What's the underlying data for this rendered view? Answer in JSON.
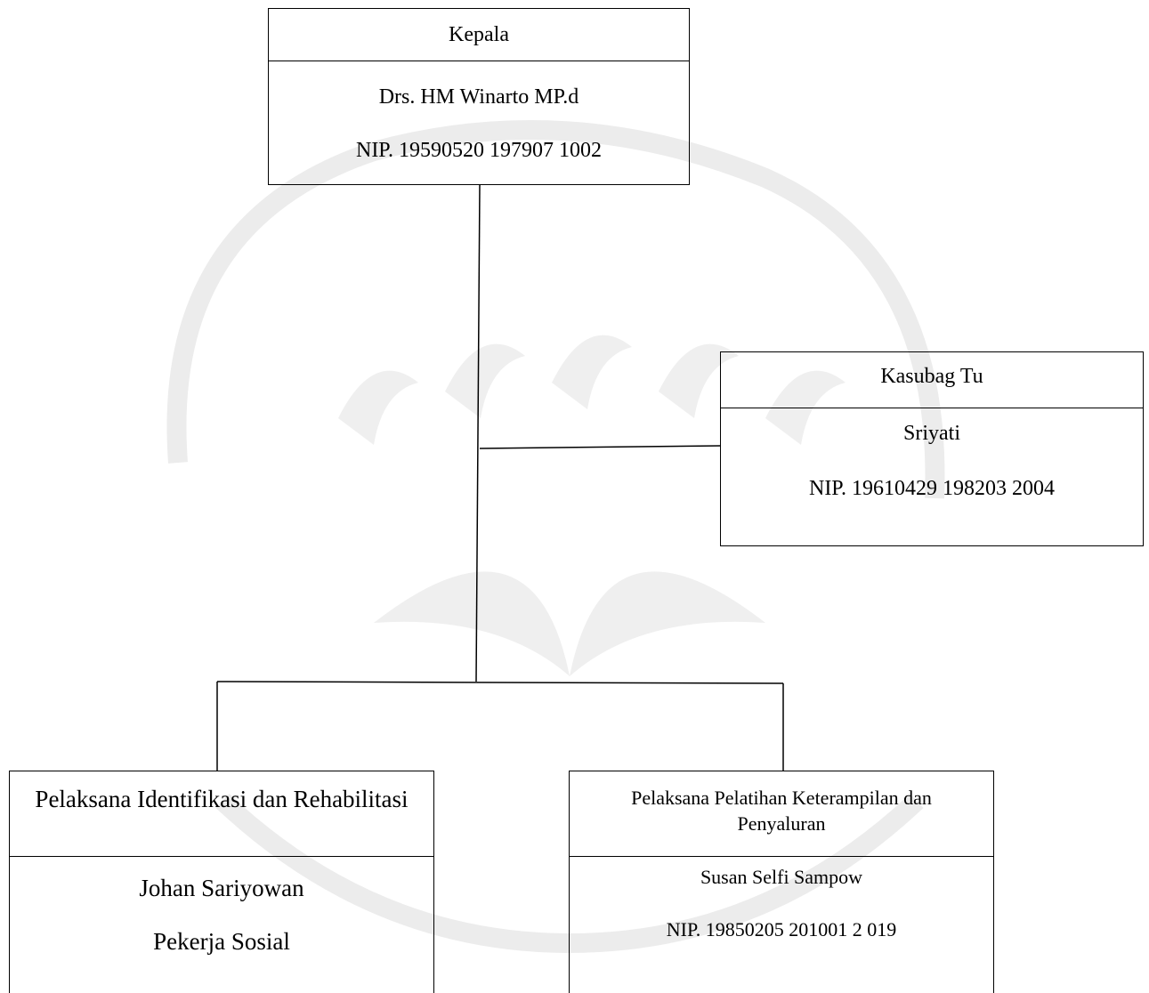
{
  "diagram": {
    "nodes": {
      "kepala": {
        "title": "Kepala",
        "name": "Drs. HM Winarto MP.d",
        "nip": "NIP. 19590520 197907 1002"
      },
      "kasubag": {
        "title": "Kasubag Tu",
        "name": "Sriyati",
        "nip": "NIP. 19610429 198203 2004"
      },
      "identifikasi": {
        "title": "Pelaksana Identifikasi dan Rehabilitasi",
        "name": "Johan Sariyowan",
        "role": "Pekerja Sosial"
      },
      "pelatihan": {
        "title": "Pelaksana Pelatihan  Keterampilan dan Penyaluran",
        "name": "Susan Selfi Sampow",
        "nip": "NIP. 19850205 201001 2 019"
      }
    },
    "edges": [
      {
        "from": "kepala",
        "to": "kasubag"
      },
      {
        "from": "kepala",
        "to": "identifikasi"
      },
      {
        "from": "kepala",
        "to": "pelatihan"
      }
    ],
    "line_color": "#000000",
    "watermark_color": "#e8e8e8"
  }
}
